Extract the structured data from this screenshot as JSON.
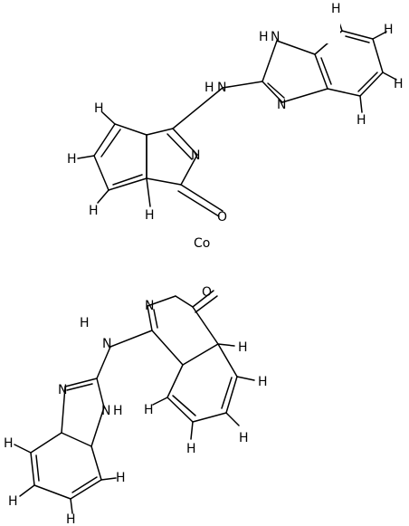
{
  "metal_label": "Co",
  "ligands": [
    {
      "ring_labels": {
        "n_imine": "N",
        "carbonyl_o": "O"
      },
      "amine_n": "N",
      "amine_h": "H",
      "benzimidazole": {
        "nh_n": "N",
        "nh_h": "H",
        "n": "N"
      },
      "hydrogens": [
        "H",
        "H",
        "H",
        "H",
        "H",
        "H",
        "H",
        "H"
      ]
    },
    {
      "ring_labels": {
        "n_imine": "N",
        "carbonyl_o": "O"
      },
      "amine_n": "N",
      "amine_h": "H",
      "benzimidazole": {
        "nh_n": "N",
        "nh_h": "H",
        "n": "N"
      },
      "hydrogens": [
        "H",
        "H",
        "H",
        "H",
        "H",
        "H",
        "H",
        "H"
      ]
    }
  ]
}
